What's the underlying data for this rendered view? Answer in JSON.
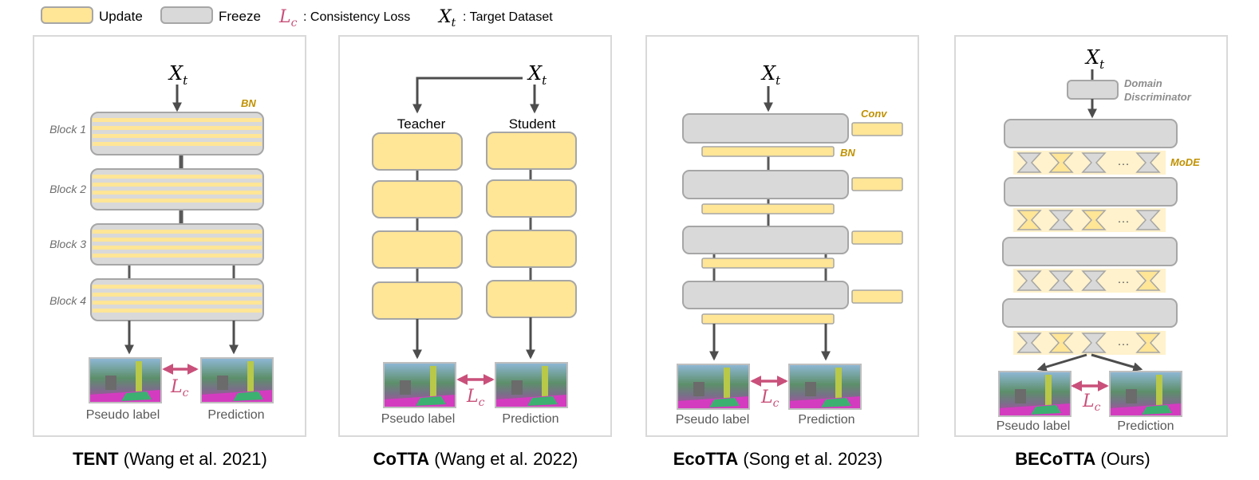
{
  "legend": {
    "update_label": "Update",
    "freeze_label": "Freeze",
    "lc_symbol": "L",
    "lc_sub": "c",
    "lc_text": ": Consistency Loss",
    "xt_symbol": "X",
    "xt_sub": "t",
    "xt_text": ": Target Dataset"
  },
  "common": {
    "input_symbol": "X",
    "input_sub": "t",
    "loss_symbol": "L",
    "loss_sub": "c",
    "pseudo_label": "Pseudo label",
    "prediction": "Prediction"
  },
  "tent": {
    "method": "TENT",
    "citation": " (Wang et al. 2021)",
    "bn_tag": "BN",
    "blocks": [
      "Block 1",
      "Block 2",
      "Block 3",
      "Block 4"
    ]
  },
  "cotta": {
    "method": "CoTTA",
    "citation": " (Wang et al. 2022)",
    "teacher": "Teacher",
    "student": "Student"
  },
  "ecotta": {
    "method": "EcoTTA",
    "citation": " (Song et al. 2023)",
    "conv_tag": "Conv",
    "bn_tag": "BN"
  },
  "becotta": {
    "method": "BECoTTA",
    "citation": " (Ours)",
    "disc_line1": "Domain",
    "disc_line2": "Discriminator",
    "mode_tag": "MoDE",
    "ellipsis": "···"
  },
  "colors": {
    "update_fill": "#FFE596",
    "freeze_fill": "#D9D9D9",
    "border": "#A6A6A6",
    "arrow": "#4D4D4D",
    "loss": "#C9507A",
    "tag": "#C09100",
    "panel_border": "#D9D9D9"
  }
}
